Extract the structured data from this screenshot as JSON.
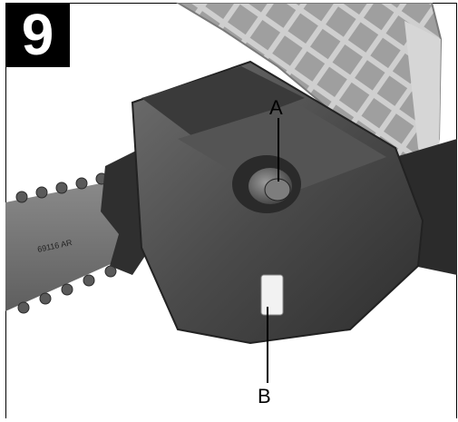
{
  "figure": {
    "number": "9",
    "bar_marking": "69116 AR",
    "callouts": [
      {
        "letter": "A",
        "icon": "oil-tank-cap"
      },
      {
        "letter": "B",
        "icon": "oil-level-window"
      }
    ]
  },
  "colors": {
    "badge_bg": "#000000",
    "badge_text": "#ffffff",
    "body_dark": "#4a4a4a",
    "guard_light": "#bfbfbf"
  }
}
